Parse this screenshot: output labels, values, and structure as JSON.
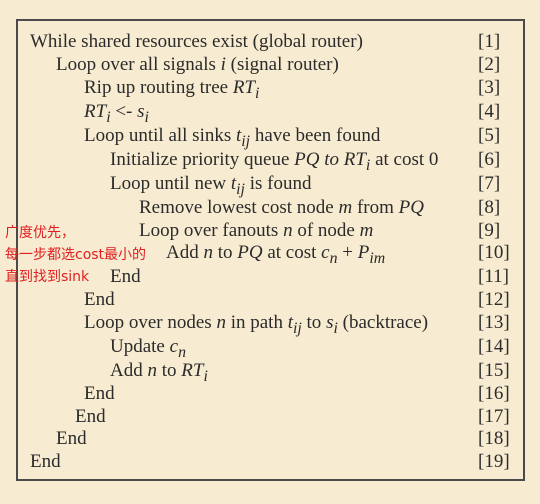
{
  "lines": [
    {
      "text": "While shared resources exist (global router)",
      "num": "[1]"
    },
    {
      "text": "Loop over all signals i (signal router)",
      "num": "[2]"
    },
    {
      "text": "Rip up routing tree RTi",
      "num": "[3]"
    },
    {
      "text": "RTi <- si",
      "num": "[4]"
    },
    {
      "text": "Loop until all sinks tij have been found",
      "num": "[5]"
    },
    {
      "text": "Initialize priority queue PQ to RTi at cost 0",
      "num": "[6]"
    },
    {
      "text": "Loop until new tij is found",
      "num": "[7]"
    },
    {
      "text": "Remove lowest cost node m from PQ",
      "num": "[8]"
    },
    {
      "text": "Loop over fanouts n of node m",
      "num": "[9]"
    },
    {
      "text": "Add n to PQ at cost cn + Pim",
      "num": "[10]"
    },
    {
      "text": "End",
      "num": "[11]"
    },
    {
      "text": "End",
      "num": "[12]"
    },
    {
      "text": "Loop over nodes n in path tij to si (backtrace)",
      "num": "[13]"
    },
    {
      "text": "Update cn",
      "num": "[14]"
    },
    {
      "text": "Add n to RTi",
      "num": "[15]"
    },
    {
      "text": "End",
      "num": "[16]"
    },
    {
      "text": "End",
      "num": "[17]"
    },
    {
      "text": "End",
      "num": "[18]"
    },
    {
      "text": "End",
      "num": "[19]"
    }
  ],
  "annotation": {
    "line1": "广度优先，",
    "line2": "每一步都选cost最小的",
    "line3": "直到找到sink"
  },
  "colors": {
    "background": "#f7ebd1",
    "annotation": "#e02020",
    "text": "#2b2b2b"
  }
}
